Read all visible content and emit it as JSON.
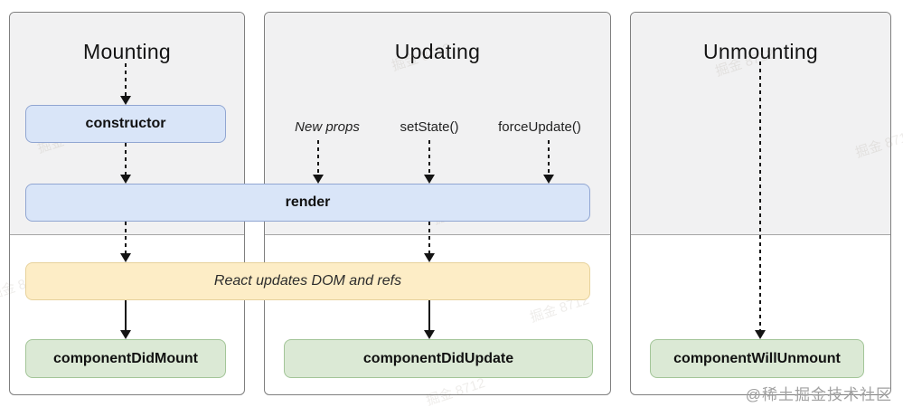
{
  "panels": [
    {
      "title": "Mounting"
    },
    {
      "title": "Updating"
    },
    {
      "title": "Unmounting"
    }
  ],
  "boxes": {
    "constructor": "constructor",
    "render": "render",
    "react_updates": "React updates DOM and refs",
    "component_did_mount": "componentDidMount",
    "component_did_update": "componentDidUpdate",
    "component_will_unmount": "componentWillUnmount"
  },
  "updating_triggers": [
    {
      "label": "New props"
    },
    {
      "label": "setState()"
    },
    {
      "label": "forceUpdate()"
    }
  ],
  "watermark": {
    "credit": "@稀土掘金技术社区",
    "tile_text": "掘金 8712"
  },
  "colors": {
    "lifecycle_box_blue": "#d9e5f8",
    "side_effect_box_yellow": "#fdedc6",
    "commit_box_green": "#dbe9d5",
    "panel_header_gray": "#f1f1f2"
  }
}
